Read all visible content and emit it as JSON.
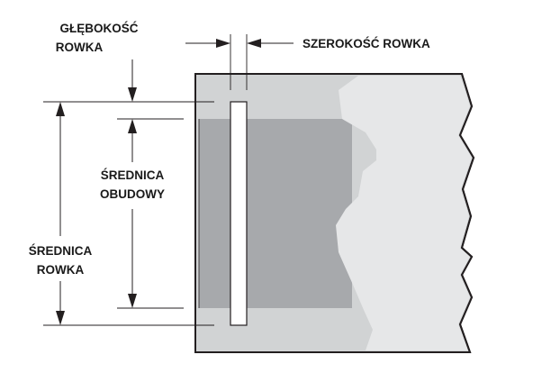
{
  "labels": {
    "groove_depth": [
      "GŁĘBOKOŚĆ",
      "ROWKA"
    ],
    "groove_width": "SZEROKOŚĆ ROWKA",
    "housing_diameter": [
      "ŚREDNICA",
      "OBUDOWY"
    ],
    "groove_diameter": [
      "ŚREDNICA",
      "ROWKA"
    ]
  },
  "colors": {
    "housing_wall": "#d1d3d4",
    "bore": "#a7a9ac",
    "groove": "#ffffff",
    "cut_face": "#e6e7e8",
    "outline": "#231f20"
  }
}
